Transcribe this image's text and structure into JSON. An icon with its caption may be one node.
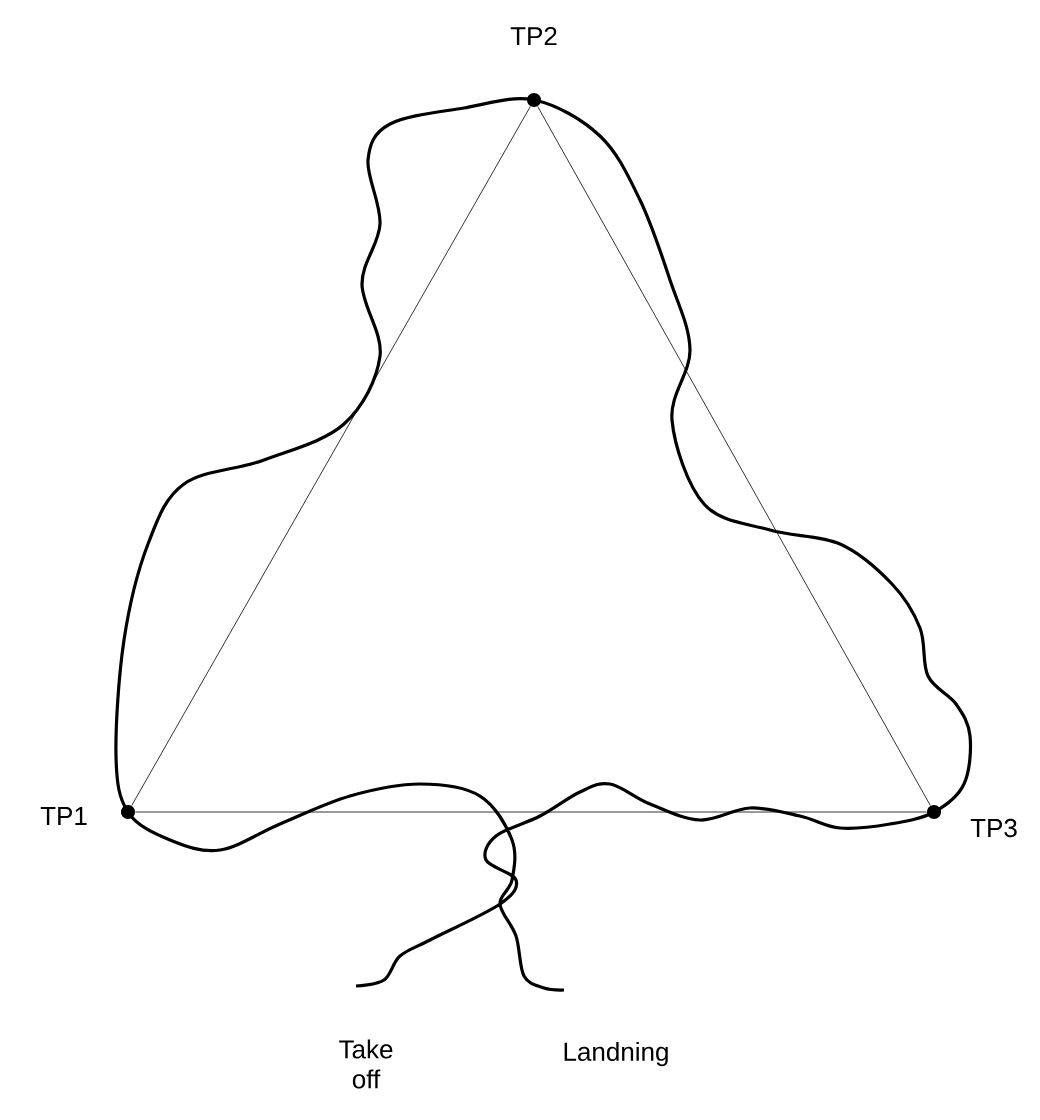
{
  "diagram": {
    "nodes": [
      {
        "text": [],
        "shape": "circle",
        "beside": [
          "TP1"
        ]
      },
      {
        "text": [],
        "shape": "circle",
        "beside": [
          "TP2"
        ]
      },
      {
        "text": [],
        "shape": "circle",
        "beside": [
          "TP3"
        ]
      }
    ],
    "edges": [
      {
        "from": 0,
        "to": 1,
        "arrow": "none"
      },
      {
        "from": 1,
        "to": 2,
        "arrow": "none"
      },
      {
        "from": 0,
        "to": 2,
        "arrow": "none"
      }
    ],
    "labels": [
      "Take off",
      "Landning"
    ]
  }
}
